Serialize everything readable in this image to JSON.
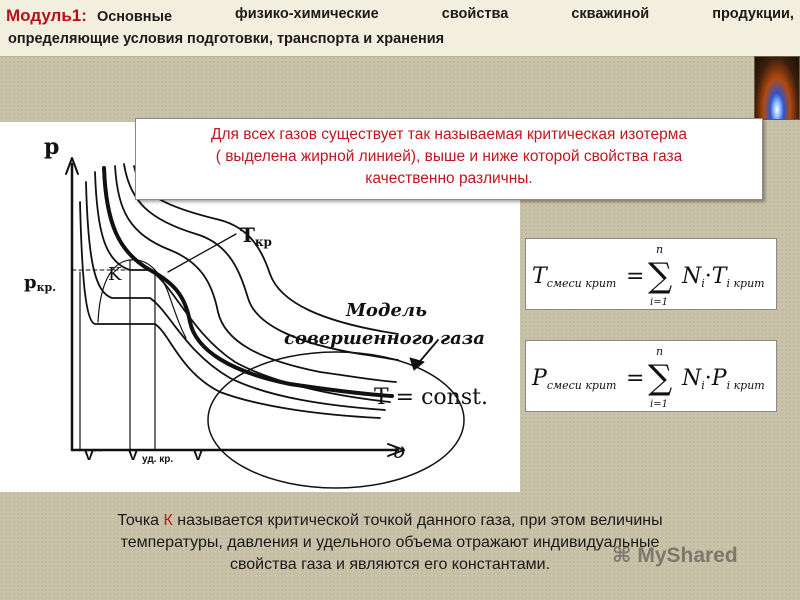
{
  "header": {
    "module_label": "Модуль1",
    "line1_words": [
      "Основные",
      "физико-химические",
      "свойства",
      "скважиной",
      "продукции,"
    ],
    "line2": "определяющие условия подготовки, транспорта и хранения"
  },
  "note": {
    "line1": "Для всех газов существует так называемая критическая изотерма",
    "line2": "( выделена жирной линией), выше и ниже которой свойства газа",
    "line3": "качественно различны."
  },
  "chart_data": {
    "type": "line",
    "y_axis_label": "p",
    "x_axis_label": "υ",
    "p_critical_label": "p",
    "p_critical_subscript": "кр.",
    "critical_point_label": "K",
    "critical_temperature_label": "T",
    "critical_temperature_subscript": "кр",
    "ideal_gas_label_line1": "Модель",
    "ideal_gas_label_line2": "совершенного газа",
    "isotherm_label": "T = const.",
    "v_labels": {
      "v_liquid": "V´´",
      "v_critical": "V",
      "v_critical_subscript": "уд. кр.",
      "v_vapor": "V´"
    }
  },
  "formula1": {
    "lhs_var": "T",
    "lhs_sub": "смеси крит",
    "sum_top": "n",
    "sum_bottom": "i=1",
    "term_var": "N",
    "term_sub": "i",
    "dot": "·",
    "term2_var": "T",
    "term2_sub": "i крит"
  },
  "formula2": {
    "lhs_var": "P",
    "lhs_sub": "смеси крит",
    "sum_top": "n",
    "sum_bottom": "i=1",
    "term_var": "N",
    "term_sub": "i",
    "dot": "·",
    "term2_var": "P",
    "term2_sub": "i крит"
  },
  "bottom": {
    "part1": "Точка ",
    "k": "К",
    "part2": " называется критической точкой данного газа, при этом величины",
    "line2": "температуры, давления и удельного объема отражают индивидуальные",
    "line3": "свойства газа и являются его константами."
  },
  "watermark": "MyShared"
}
